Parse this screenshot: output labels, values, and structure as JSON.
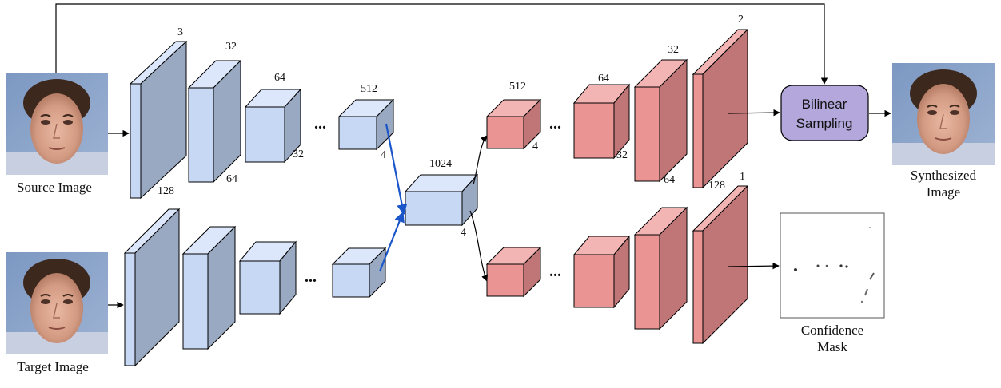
{
  "colors": {
    "encoder_front": "#c7d8f5",
    "encoder_side": "#9aa9c2",
    "decoder_front": "#ea9494",
    "decoder_side": "#c07676",
    "sampler_fill": "#b3a7db",
    "skip_arrow": "#1a56c9"
  },
  "images": {
    "source_caption": "Source Image",
    "target_caption": "Target Image",
    "synth_caption_line1": "Synthesized",
    "synth_caption_line2": "Image",
    "mask_caption_line1": "Confidence",
    "mask_caption_line2": "Mask"
  },
  "sampler": {
    "line1": "Bilinear",
    "line2": "Sampling"
  },
  "ellipsis": "...",
  "encoder_labels": {
    "l1_channels": "3",
    "l1_size": "128",
    "l2_channels": "32",
    "l2_size": "64",
    "l3_channels": "64",
    "l3_size": "32",
    "l4_channels": "512",
    "l4_size": "4"
  },
  "bottleneck_labels": {
    "channels": "1024",
    "size": "4"
  },
  "decoder_labels": {
    "d1_channels": "512",
    "d1_size": "4",
    "d2_channels": "64",
    "d2_size": "32",
    "d3_channels": "32",
    "d3_size": "64",
    "d4_channels": "2",
    "d4_size": "128",
    "mask_channels": "1"
  }
}
